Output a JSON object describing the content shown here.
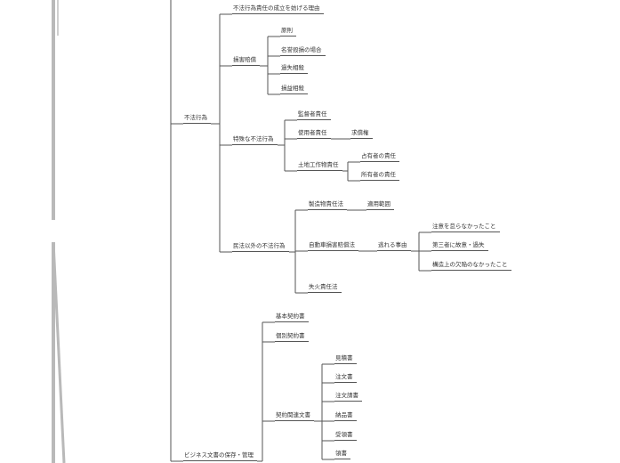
{
  "colors": {
    "line": "#555555",
    "text": "#333333",
    "decor": "#b9b9b9"
  },
  "nodes": [
    {
      "id": "n1",
      "label": "不法行為責任の成立を妨げる理由",
      "parent": "fuhou"
    },
    {
      "id": "songai",
      "label": "損害賠償",
      "parent": "fuhou"
    },
    {
      "id": "n2",
      "label": "原則",
      "parent": "songai"
    },
    {
      "id": "n3",
      "label": "名誉毀損の場合",
      "parent": "songai"
    },
    {
      "id": "n4",
      "label": "過失相殺",
      "parent": "songai"
    },
    {
      "id": "n5",
      "label": "損益相殺",
      "parent": "songai"
    },
    {
      "id": "fuhou",
      "label": "不法行為",
      "parent": "root"
    },
    {
      "id": "tokushu",
      "label": "特殊な不法行為",
      "parent": "fuhou"
    },
    {
      "id": "n6",
      "label": "監督者責任",
      "parent": "tokushu"
    },
    {
      "id": "shiyou",
      "label": "使用者責任",
      "parent": "tokushu"
    },
    {
      "id": "n7",
      "label": "求償権",
      "parent": "shiyou"
    },
    {
      "id": "tochi",
      "label": "土地工作物責任",
      "parent": "tokushu"
    },
    {
      "id": "n8",
      "label": "占有者の責任",
      "parent": "tochi"
    },
    {
      "id": "n9",
      "label": "所有者の責任",
      "parent": "tochi"
    },
    {
      "id": "minpo",
      "label": "民法以外の不法行為",
      "parent": "fuhou"
    },
    {
      "id": "seizou",
      "label": "製造物責任法",
      "parent": "minpo"
    },
    {
      "id": "n10",
      "label": "適用範囲",
      "parent": "seizou"
    },
    {
      "id": "jidou",
      "label": "自動車損害賠償法",
      "parent": "minpo"
    },
    {
      "id": "nogare",
      "label": "逃れる事由",
      "parent": "jidou"
    },
    {
      "id": "n11",
      "label": "注意を怠らなかったこと",
      "parent": "nogare"
    },
    {
      "id": "n12",
      "label": "第三者に故意・過失",
      "parent": "nogare"
    },
    {
      "id": "n13",
      "label": "構造上の欠陥のなかったこと",
      "parent": "nogare"
    },
    {
      "id": "n14",
      "label": "失火責任法",
      "parent": "minpo"
    },
    {
      "id": "n15",
      "label": "基本契約書",
      "parent": "business"
    },
    {
      "id": "n16",
      "label": "個別契約書",
      "parent": "business"
    },
    {
      "id": "n17",
      "label": "見積書",
      "parent": "keiyaku"
    },
    {
      "id": "n18",
      "label": "注文書",
      "parent": "keiyaku"
    },
    {
      "id": "n19",
      "label": "注文請書",
      "parent": "keiyaku"
    },
    {
      "id": "keiyaku",
      "label": "契約関連文書",
      "parent": "business"
    },
    {
      "id": "n20",
      "label": "納品書",
      "parent": "keiyaku"
    },
    {
      "id": "n21",
      "label": "受領書",
      "parent": "keiyaku"
    },
    {
      "id": "n22",
      "label": "領書",
      "parent": "keiyaku"
    },
    {
      "id": "business",
      "label": "ビジネス文書の保存・管理",
      "parent": "root"
    }
  ]
}
